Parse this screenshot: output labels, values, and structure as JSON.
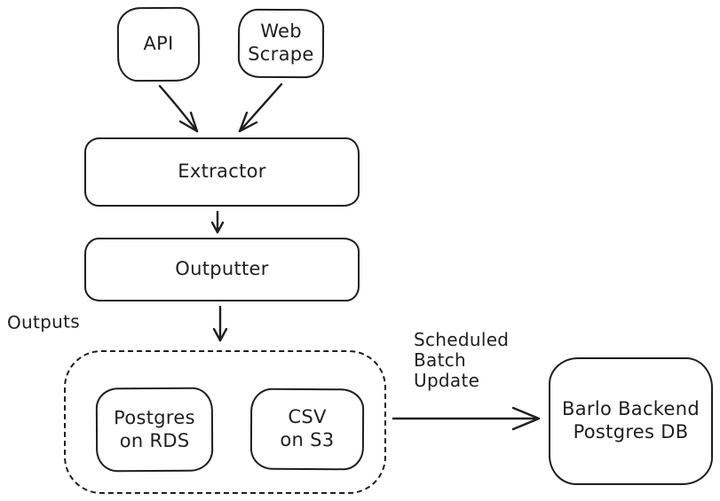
{
  "colors": {
    "stroke": "#1e1e1e",
    "canvas_background": "#ffffff"
  },
  "nodes": {
    "api": {
      "label": "API"
    },
    "web_scrape": {
      "label": "Web\nScrape"
    },
    "extractor": {
      "label": "Extractor"
    },
    "outputter": {
      "label": "Outputter"
    },
    "postgres_rds": {
      "label": "Postgres\non RDS"
    },
    "csv_s3": {
      "label": "CSV\non S3"
    },
    "barlo_backend": {
      "label": "Barlo Backend\nPostgres DB"
    }
  },
  "groups": {
    "outputs": {
      "label": "Outputs"
    }
  },
  "edges": {
    "scheduled_batch_update": {
      "label": "Scheduled\nBatch\nUpdate"
    }
  }
}
